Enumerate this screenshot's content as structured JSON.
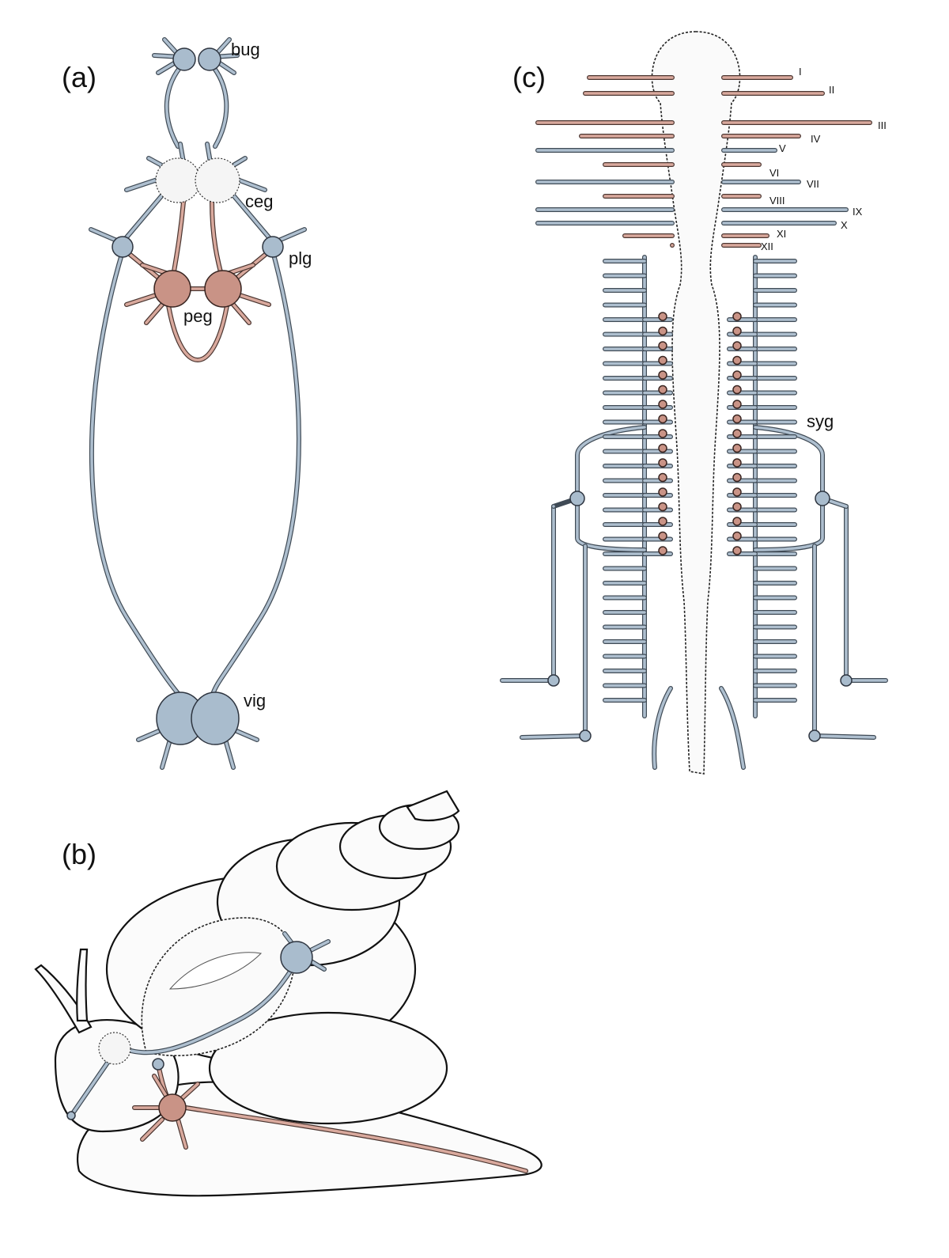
{
  "panels": {
    "a": {
      "label": "(a)",
      "ganglia_labels": {
        "bug": "bug",
        "ceg": "ceg",
        "plg": "plg",
        "peg": "peg",
        "vig": "vig"
      }
    },
    "b": {
      "label": "(b)"
    },
    "c": {
      "label": "(c)",
      "cranial_nerves": [
        "I",
        "II",
        "III",
        "IV",
        "V",
        "VI",
        "VII",
        "VIII",
        "IX",
        "X",
        "XI",
        "XII"
      ],
      "ganglion_label": "syg"
    }
  },
  "colors": {
    "blue_nerve": "#a9bccd",
    "red_nerve": "#c99386",
    "outline": "#222222"
  }
}
